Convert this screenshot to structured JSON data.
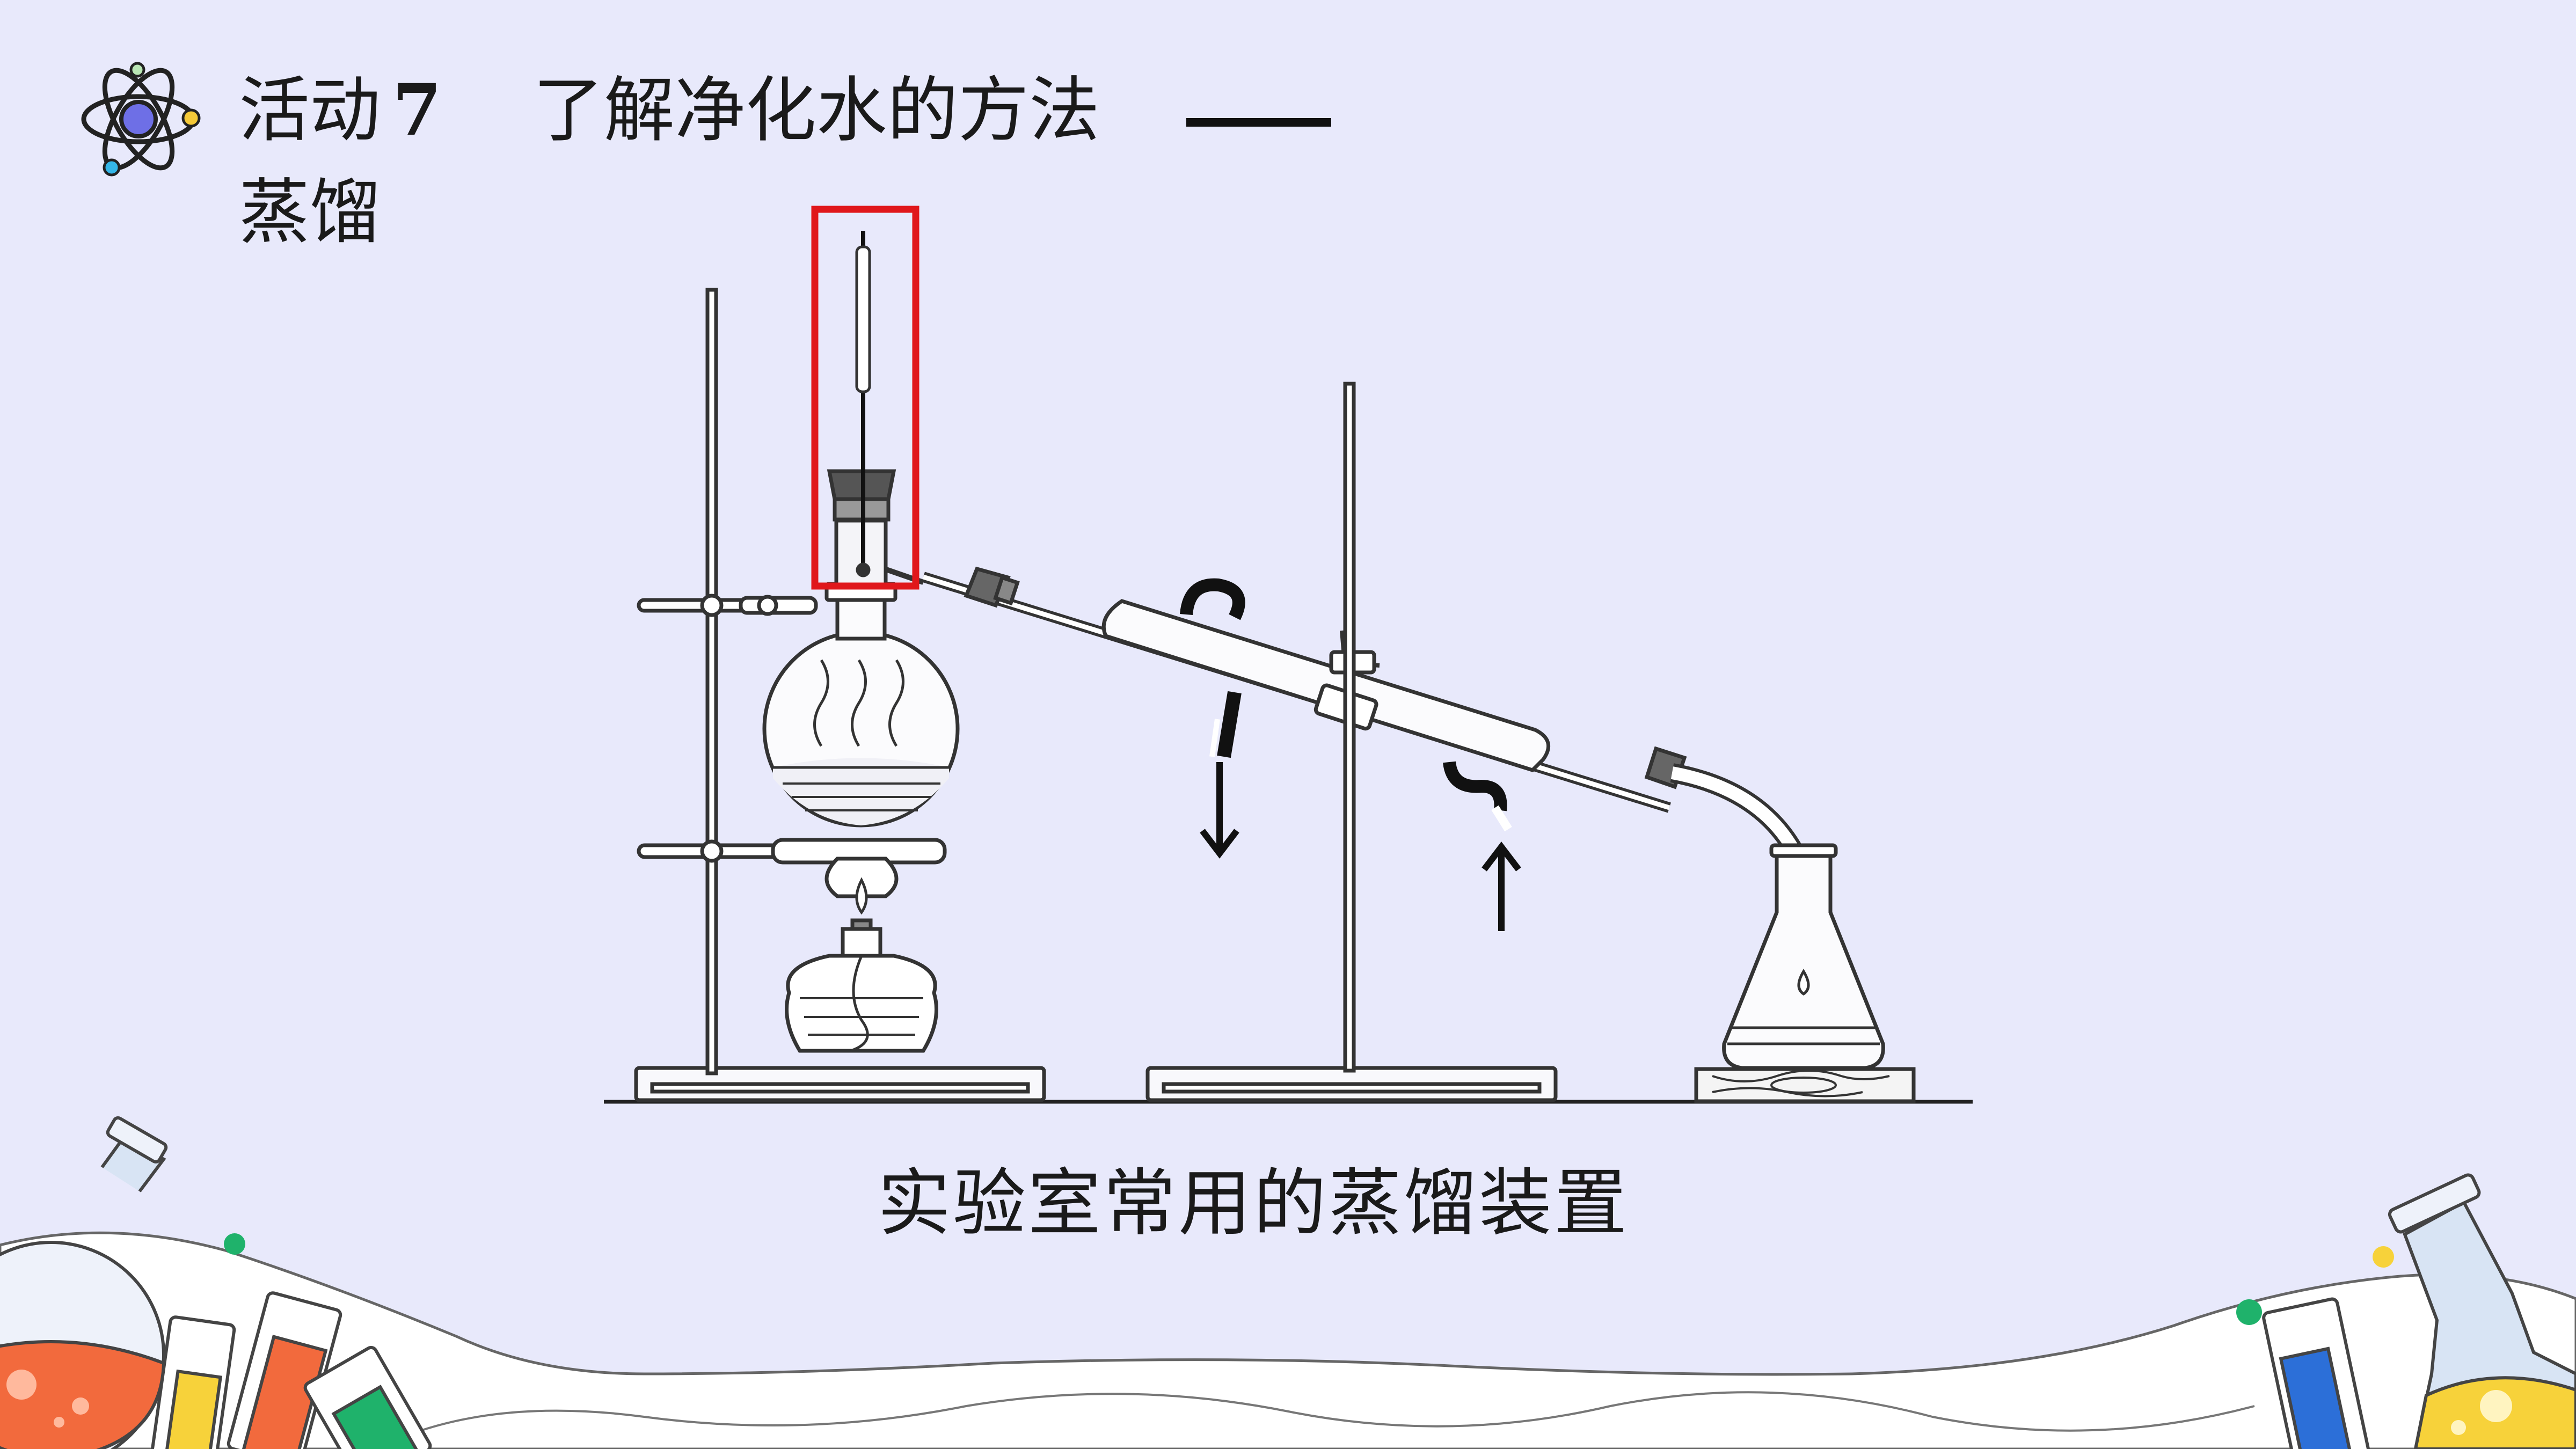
{
  "title": {
    "activity": "活动",
    "number": "7",
    "topic": "了解净化水的方法",
    "subtopic": "蒸馏"
  },
  "caption": "实验室常用的蒸馏装置",
  "colors": {
    "background": "#e8e9fb",
    "highlight_box": "#e0171b",
    "liquid_red": "#f26a3d",
    "liquid_yellow": "#f7d23a",
    "liquid_blue": "#2c6fd8",
    "liquid_green": "#1fb26b"
  },
  "icons": {
    "logo": "atom-icon",
    "flow_out": "arrow-down-icon",
    "flow_in": "arrow-up-icon"
  }
}
